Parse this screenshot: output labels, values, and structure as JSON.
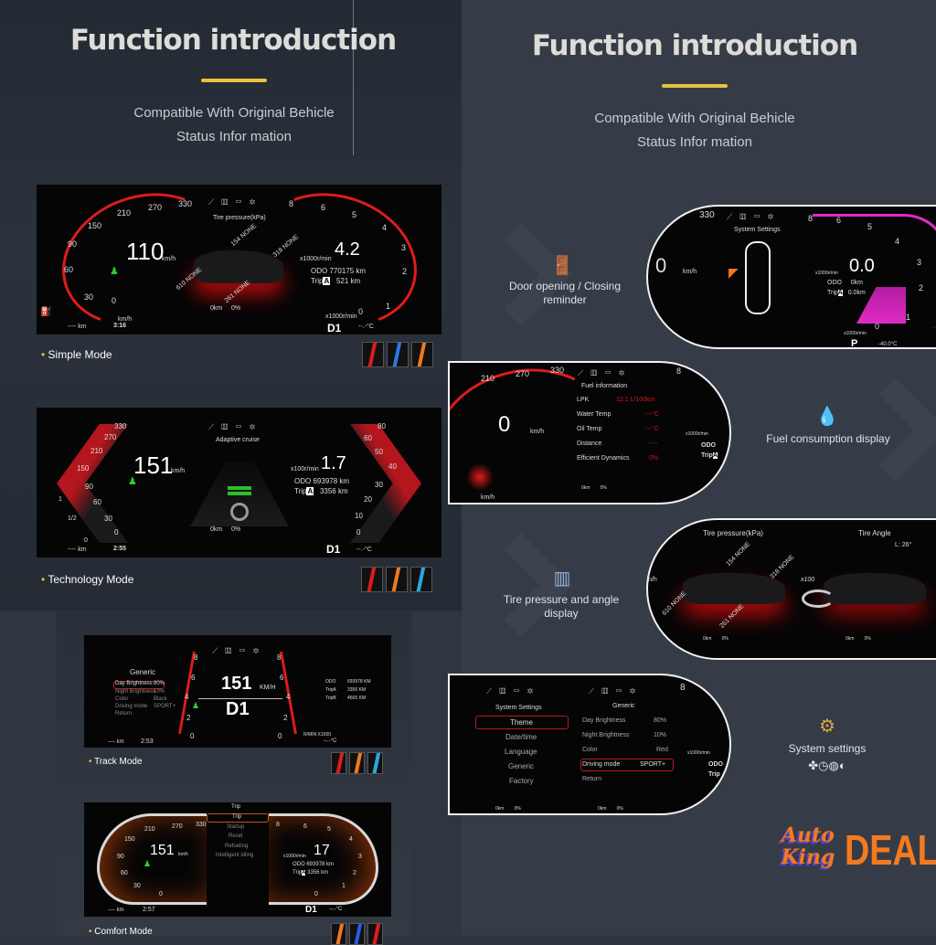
{
  "left": {
    "title": "Function introduction",
    "subtitle1": "Compatible With Original Behicle",
    "subtitle2": "Status Infor mation"
  },
  "right": {
    "title": "Function introduction",
    "subtitle1": "Compatible With Original Behicle",
    "subtitle2": "Status Infor mation"
  },
  "colors": {
    "accent": "#e8c23a",
    "gauge_red": "#e01b1b",
    "magenta": "#e02bc4",
    "brand_orange": "#f47a20",
    "brand_purple": "#5b3fd6"
  },
  "simple": {
    "label": "Simple Mode",
    "speed": "110",
    "speed_unit": "km/h",
    "rpm": "4.2",
    "rpm_unit": "x1000r/min",
    "odo_label": "ODO",
    "odo": "770175",
    "odo_unit": "km",
    "trip_label": "Trip",
    "trip_badge": "A",
    "trip": "521",
    "trip_unit": "km",
    "center_title": "Tire pressure(kPa)",
    "tires": [
      "154 NONE",
      "318 NONE",
      "610 NONE",
      "261 NONE"
    ],
    "gear": "D1",
    "time": "3:16",
    "range": "---- km",
    "temp": "--.-°C",
    "fuel_km": "0km",
    "battery": "0%",
    "speed_ticks": [
      "0",
      "30",
      "60",
      "90",
      "150",
      "210",
      "270",
      "330"
    ],
    "rpm_ticks": [
      "0",
      "1",
      "2",
      "3",
      "4",
      "5",
      "6",
      "8"
    ],
    "bottom_speed_unit": "km/h",
    "bottom_rpm_unit": "x1000r/min",
    "thumb_colors": [
      "#e01b1b",
      "#2a7ae0",
      "#f07820"
    ]
  },
  "tech": {
    "label": "Technology Mode",
    "speed": "151",
    "speed_unit": "km/h",
    "rpm": "1.7",
    "rpm_unit": "x100r/min",
    "odo_label": "ODO",
    "odo": "693978",
    "odo_unit": "km",
    "trip_label": "Trip",
    "trip_badge": "A",
    "trip": "3356",
    "trip_unit": "km",
    "center_title": "Adaptive cruise",
    "gear": "D1",
    "time": "2:55",
    "range": "---- km",
    "temp": "--.-°C",
    "fuel_km": "0km",
    "battery": "0%",
    "speed_ticks": [
      "330",
      "270",
      "210",
      "150",
      "90",
      "60",
      "30",
      "0"
    ],
    "rpm_ticks": [
      "80",
      "60",
      "50",
      "40",
      "30",
      "20",
      "10",
      "0"
    ],
    "fuel_ticks": [
      "1",
      "1/2",
      "0"
    ],
    "thumb_colors": [
      "#e01b1b",
      "#f07820",
      "#2aa8e0"
    ]
  },
  "track": {
    "label": "Track Mode",
    "menu_title": "Generic",
    "menu": [
      {
        "k": "Day Brightness",
        "v": "80%"
      },
      {
        "k": "Night Brightness",
        "v": "10%"
      },
      {
        "k": "Color",
        "v": "Black"
      },
      {
        "k": "Driving mode",
        "v": "SPORT+"
      },
      {
        "k": "Return",
        "v": ""
      }
    ],
    "speed": "151",
    "speed_unit": "KM/H",
    "gear": "D1",
    "ticks": [
      "8",
      "6",
      "4",
      "2",
      "0"
    ],
    "info": [
      {
        "k": "ODO",
        "v": "693978 KM"
      },
      {
        "k": "TripA",
        "v": "3356 KM"
      },
      {
        "k": "TripB",
        "v": "4565 KM"
      }
    ],
    "rpm_unit": "R/MIN X1000",
    "time": "2:53",
    "range": "---- km",
    "temp": "--.-°C",
    "thumb_colors": [
      "#e01b1b",
      "#f07820",
      "#2aa8e0"
    ]
  },
  "comfort": {
    "label": "Comfort Mode",
    "menu_title": "Trip",
    "menu": [
      "Trip",
      "Startup",
      "Reset",
      "Refueling",
      "Intelligent idling"
    ],
    "speed": "151",
    "speed_unit": "km/h",
    "rpm": "17",
    "rpm_unit": "x1000r/min",
    "odo_label": "ODO",
    "odo": "693978",
    "odo_unit": "km",
    "trip_label": "Trip",
    "trip_badge": "A",
    "trip": "3356",
    "trip_unit": "km",
    "gear": "D1",
    "time": "2:57",
    "range": "---- km",
    "temp": "--.-°C",
    "speed_ticks": [
      "0",
      "30",
      "60",
      "90",
      "150",
      "210",
      "270",
      "330"
    ],
    "rpm_ticks": [
      "0",
      "1",
      "2",
      "3",
      "4",
      "5",
      "6",
      "8"
    ],
    "thumb_colors": [
      "#f07820",
      "#2a5ae0",
      "#e01b1b"
    ]
  },
  "features": [
    {
      "label": "Door opening / Closing reminder",
      "icon": "car-door-icon",
      "screen": {
        "title": "System Settings",
        "speed": "0",
        "speed_unit": "km/h",
        "rpm": "0.0",
        "rpm_unit": "x1000r/min",
        "odo_label": "ODO",
        "odo": "0",
        "odo_unit": "km",
        "trip_label": "Trip",
        "trip_badge": "A",
        "trip": "0.0",
        "trip_unit": "km",
        "gear": "P",
        "temp": "-40.0°C",
        "tick_330": "330",
        "rpm_ticks": [
          "8",
          "6",
          "5",
          "4",
          "3",
          "2",
          "1",
          "0"
        ]
      }
    },
    {
      "label": "Fuel consumption display",
      "icon": "fuel-drop-icon",
      "screen": {
        "title": "Fuel information",
        "rows": [
          {
            "k": "LPK",
            "v": "12.1 L/100km"
          },
          {
            "k": "Water Temp",
            "v": "---°C"
          },
          {
            "k": "Oil Temp",
            "v": "---°C"
          },
          {
            "k": "Distance",
            "v": "----"
          },
          {
            "k": "Efficient Dynamics",
            "v": "0%"
          }
        ],
        "speed": "0",
        "speed_unit": "km/h",
        "rpm_unit": "x1000r/min",
        "odo_label": "ODO",
        "trip_label": "Trip",
        "trip_badge": "A",
        "ticks": [
          "210",
          "270",
          "330",
          "8"
        ],
        "fuel_km": "0km",
        "battery": "0%",
        "bottom_unit": "km/h"
      }
    },
    {
      "label": "Tire pressure and angle display",
      "icon": "tire-pressure-icon",
      "screen": {
        "title_left": "Tire pressure(kPa)",
        "title_right": "Tire Angle",
        "angle": "L:  26°",
        "tires": [
          "154 NONE",
          "318 NONE",
          "610 NONE",
          "261 NONE"
        ],
        "x100": "x100",
        "fuel_km": "0km",
        "battery": "0%",
        "unit_fragment": "n/h"
      }
    },
    {
      "label": "System settings",
      "icon": "gear-icon",
      "sub_icons": "✤◷◍◐",
      "screen": {
        "left_title": "System Settings",
        "left_menu": [
          "Theme",
          "Date/time",
          "Language",
          "Generic",
          "Factory"
        ],
        "right_title": "Generic",
        "right_menu": [
          {
            "k": "Day Brightness",
            "v": "80%"
          },
          {
            "k": "Night Brightness",
            "v": "10%"
          },
          {
            "k": "Color",
            "v": "Red"
          },
          {
            "k": "Driving mode",
            "v": "SPORT+"
          },
          {
            "k": "Return",
            "v": ""
          }
        ],
        "rpm_unit": "x1000r/min",
        "odo_label": "ODO",
        "trip_label": "Trip",
        "tick": "8",
        "fuel_km": "0km",
        "battery": "0%"
      }
    }
  ],
  "logo": {
    "script": "Auto King",
    "word": "DEAL"
  }
}
